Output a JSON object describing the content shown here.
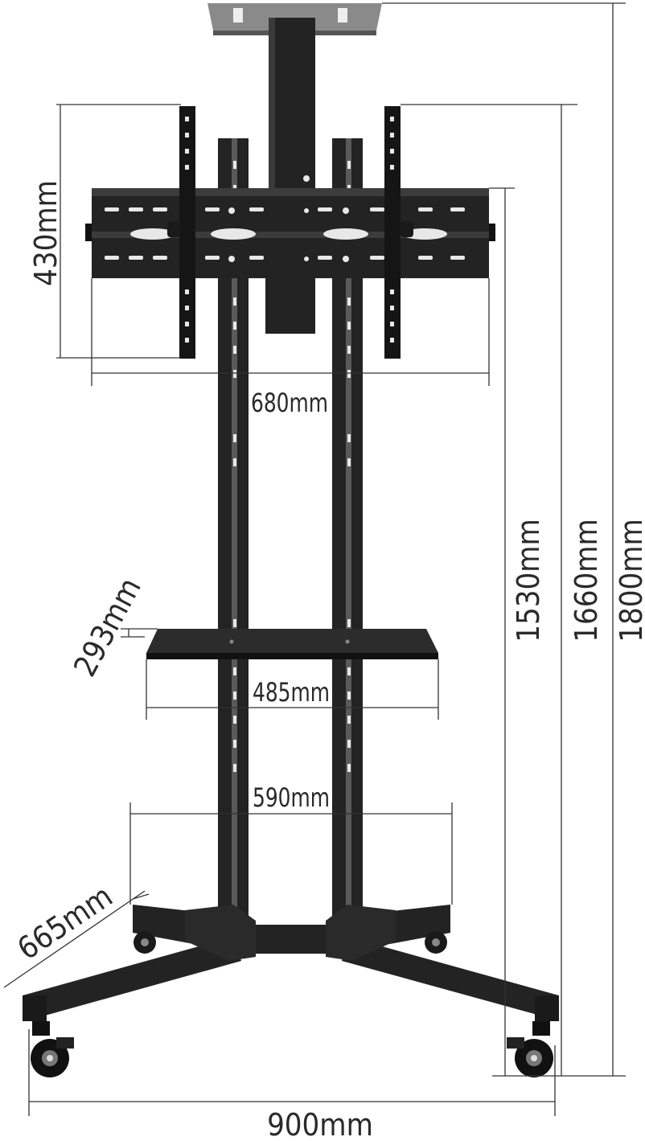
{
  "dimensions": {
    "bracket_height": "430mm",
    "bracket_width": "680mm",
    "shelf_depth": "293mm",
    "shelf_width": "485mm",
    "base_inner_width": "590mm",
    "base_depth": "665mm",
    "base_width": "900mm",
    "height_mount": "1530mm",
    "height_bracket": "1660mm",
    "height_total": "1800mm"
  },
  "colors": {
    "metal": "#232323",
    "line": "#333333",
    "text": "#2a2a2a"
  }
}
